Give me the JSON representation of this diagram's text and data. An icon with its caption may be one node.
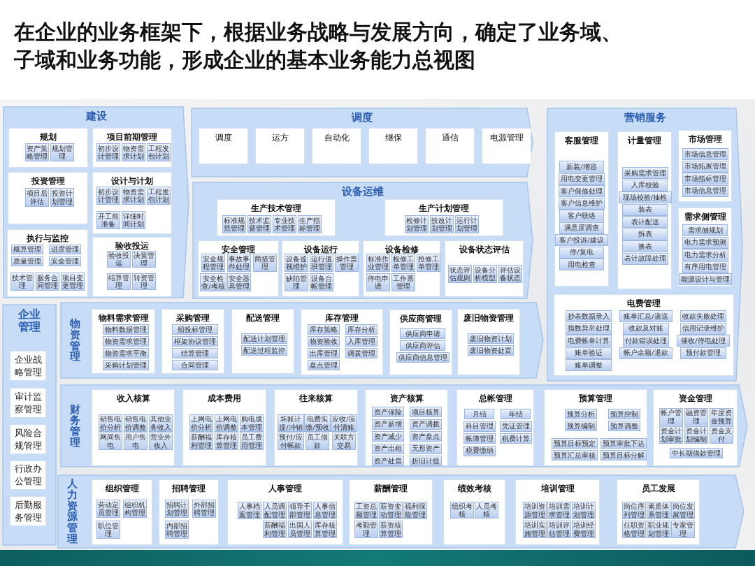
{
  "diagram": {
    "title": "在企业的业务框架下，根据业务战略与发展方向，确定了业务域、子域和业务功能，形成企业的基本业务能力总视图",
    "nodes": [
      {
        "text": [
          "建设"
        ]
      },
      {
        "text": [
          "规划"
        ],
        "in": 0
      },
      {
        "text": [
          "资产策略管理"
        ],
        "in": 1
      },
      {
        "text": [
          "规划管理"
        ],
        "in": 1
      },
      {
        "text": [
          "项目前期管理"
        ],
        "in": 0
      },
      {
        "text": [
          "初步设计管理"
        ],
        "in": 4
      },
      {
        "text": [
          "物资需求计划"
        ],
        "in": 4
      },
      {
        "text": [
          "工程发包计划"
        ],
        "in": 4
      },
      {
        "text": [
          "投资管理"
        ],
        "in": 0
      },
      {
        "text": [
          "项目后评估"
        ],
        "in": 8
      },
      {
        "text": [
          "投资计划管理"
        ],
        "in": 8
      },
      {
        "text": [
          "设计与计划"
        ],
        "in": 0
      },
      {
        "text": [
          "初步设计管理"
        ],
        "in": 11
      },
      {
        "text": [
          "物资需求计划"
        ],
        "in": 11
      },
      {
        "text": [
          "工程发包计划"
        ],
        "in": 11
      },
      {
        "text": [
          "开工前准备"
        ],
        "in": 11
      },
      {
        "text": [
          "详细时间计划"
        ],
        "in": 11
      },
      {
        "text": [
          "执行与监控"
        ],
        "in": 0
      },
      {
        "text": [
          "概算管理"
        ],
        "in": 17
      },
      {
        "text": [
          "进度管理"
        ],
        "in": 17
      },
      {
        "text": [
          "质量管理"
        ],
        "in": 17
      },
      {
        "text": [
          "安全管理"
        ],
        "in": 17
      },
      {
        "text": [
          "技术管理"
        ],
        "in": 17
      },
      {
        "text": [
          "服务合同管理"
        ],
        "in": 17
      },
      {
        "text": [
          "项目变更管理"
        ],
        "in": 17
      },
      {
        "text": [
          "验收投运"
        ],
        "in": 0
      },
      {
        "text": [
          "验收投运"
        ],
        "in": 25
      },
      {
        "text": [
          "决策管理"
        ],
        "in": 25
      },
      {
        "text": [
          "结算管理"
        ],
        "in": 25
      },
      {
        "text": [
          "转资管理"
        ],
        "in": 25
      },
      {
        "text": [
          "调度"
        ]
      },
      {
        "text": [
          "调度"
        ],
        "in": 30
      },
      {
        "text": [
          "运方"
        ],
        "in": 30
      },
      {
        "text": [
          "自动化"
        ],
        "in": 30
      },
      {
        "text": [
          "继保"
        ],
        "in": 30
      },
      {
        "text": [
          "通信"
        ],
        "in": 30
      },
      {
        "text": [
          "电源管理"
        ],
        "in": 30
      },
      {
        "text": [
          "设备运维"
        ]
      },
      {
        "text": [
          "生产技术管理"
        ],
        "in": 37
      },
      {
        "text": [
          "标准规范管理"
        ],
        "in": 38
      },
      {
        "text": [
          "技术监督管理"
        ],
        "in": 38
      },
      {
        "text": [
          "专业技术管理"
        ],
        "in": 38
      },
      {
        "text": [
          "生产指标管理"
        ],
        "in": 38
      },
      {
        "text": [
          "生产计划管理"
        ],
        "in": 37
      },
      {
        "text": [
          "检修计划管理"
        ],
        "in": 43
      },
      {
        "text": [
          "技改计划管理"
        ],
        "in": 43
      },
      {
        "text": [
          "运行计划管理"
        ],
        "in": 43
      },
      {
        "text": [
          "安全管理"
        ],
        "in": 37
      },
      {
        "text": [
          "安全规程管理"
        ],
        "in": 47
      },
      {
        "text": [
          "事故事件处理"
        ],
        "in": 47
      },
      {
        "text": [
          "两措管理"
        ],
        "in": 47
      },
      {
        "text": [
          "安全检查/考核"
        ],
        "in": 47
      },
      {
        "text": [
          "安全器具管理"
        ],
        "in": 47
      },
      {
        "text": [
          "设备运行"
        ],
        "in": 37
      },
      {
        "text": [
          "设备巡视维护"
        ],
        "in": 53
      },
      {
        "text": [
          "运行值班管理"
        ],
        "in": 53
      },
      {
        "text": [
          "操作票管理"
        ],
        "in": 53
      },
      {
        "text": [
          "缺陷管理"
        ],
        "in": 53
      },
      {
        "text": [
          "设备台帐管理"
        ],
        "in": 53
      },
      {
        "text": [
          "设备检修"
        ],
        "in": 37
      },
      {
        "text": [
          "标准作业管理"
        ],
        "in": 59
      },
      {
        "text": [
          "检修工单管理"
        ],
        "in": 59
      },
      {
        "text": [
          "抢修工单管理"
        ],
        "in": 59
      },
      {
        "text": [
          "停电申请"
        ],
        "in": 59
      },
      {
        "text": [
          "工作票管理"
        ],
        "in": 59
      },
      {
        "text": [
          "设备状态评估"
        ],
        "in": 37
      },
      {
        "text": [
          "状态评估规则"
        ],
        "in": 65
      },
      {
        "text": [
          "设备分析模型"
        ],
        "in": 65
      },
      {
        "text": [
          "评估设备状态"
        ],
        "in": 65
      },
      {
        "text": [
          "营销服务"
        ]
      },
      {
        "text": [
          "客服管理"
        ],
        "in": 69
      },
      {
        "text": [
          "新装/增容"
        ],
        "in": 70
      },
      {
        "text": [
          "用电变更管理"
        ],
        "in": 70
      },
      {
        "text": [
          "客户保修处理"
        ],
        "in": 70
      },
      {
        "text": [
          "客户信息维护"
        ],
        "in": 70
      },
      {
        "text": [
          "客户联络"
        ],
        "in": 70
      },
      {
        "text": [
          "满意度调查"
        ],
        "in": 70
      },
      {
        "text": [
          "客户投诉/建议"
        ],
        "in": 70
      },
      {
        "text": [
          "停/复电"
        ],
        "in": 70
      },
      {
        "text": [
          "用电检查"
        ],
        "in": 70
      },
      {
        "text": [
          "计量管理"
        ],
        "in": 69
      },
      {
        "text": [
          "采购需求管理"
        ],
        "in": 80
      },
      {
        "text": [
          "入库校验"
        ],
        "in": 80
      },
      {
        "text": [
          "现场校验/抽检"
        ],
        "in": 80
      },
      {
        "text": [
          "装表"
        ],
        "in": 80
      },
      {
        "text": [
          "表计配送"
        ],
        "in": 80
      },
      {
        "text": [
          "拆表"
        ],
        "in": 80
      },
      {
        "text": [
          "换表"
        ],
        "in": 80
      },
      {
        "text": [
          "表计故障处理"
        ],
        "in": 80
      },
      {
        "text": [
          "市场管理"
        ],
        "in": 69
      },
      {
        "text": [
          "市场信息管理"
        ],
        "in": 89
      },
      {
        "text": [
          "市场拓展管理"
        ],
        "in": 89
      },
      {
        "text": [
          "市场指标管理"
        ],
        "in": 89
      },
      {
        "text": [
          "市场信息管理"
        ],
        "in": 89
      },
      {
        "text": [
          "需求侧管理"
        ],
        "in": 69
      },
      {
        "text": [
          "需求侧规划"
        ],
        "in": 94
      },
      {
        "text": [
          "电力需求预测"
        ],
        "in": 94
      },
      {
        "text": [
          "电力需求分析"
        ],
        "in": 94
      },
      {
        "text": [
          "有序用电管理"
        ],
        "in": 94
      },
      {
        "text": [
          "能源设计与管理"
        ],
        "in": 94
      },
      {
        "text": [
          "电费管理"
        ],
        "in": 69
      },
      {
        "text": [
          "抄表数据录入"
        ],
        "in": 100
      },
      {
        "text": [
          "账单汇总/递送"
        ],
        "in": 100
      },
      {
        "text": [
          "收款失败处理"
        ],
        "in": 100
      },
      {
        "text": [
          "指数异常处理"
        ],
        "in": 100
      },
      {
        "text": [
          "收款及对账"
        ],
        "in": 100
      },
      {
        "text": [
          "信用记录维护"
        ],
        "in": 100
      },
      {
        "text": [
          "电费帐单计算"
        ],
        "in": 100
      },
      {
        "text": [
          "付款错误处理"
        ],
        "in": 100
      },
      {
        "text": [
          "催收/停电处理"
        ],
        "in": 100
      },
      {
        "text": [
          "账单验证"
        ],
        "in": 100
      },
      {
        "text": [
          "帐户余额/退款"
        ],
        "in": 100
      },
      {
        "text": [
          "预付款管理"
        ],
        "in": 100
      },
      {
        "text": [
          "账单调整"
        ],
        "in": 100
      },
      {
        "text": [
          "企业管理"
        ]
      },
      {
        "text": [
          "企业战略管理"
        ],
        "in": 114
      },
      {
        "text": [
          "审计监察管理"
        ],
        "in": 114
      },
      {
        "text": [
          "风险合规管理"
        ],
        "in": 114
      },
      {
        "text": [
          "行政办公管理"
        ],
        "in": 114
      },
      {
        "text": [
          "后勤服务管理"
        ],
        "in": 114
      },
      {
        "text": [
          "物资管理"
        ]
      },
      {
        "text": [
          "物料需求管理"
        ],
        "in": 120
      },
      {
        "text": [
          "物料数据管理"
        ],
        "in": 121
      },
      {
        "text": [
          "物资需求管理"
        ],
        "in": 121
      },
      {
        "text": [
          "物资需求平衡"
        ],
        "in": 121
      },
      {
        "text": [
          "采购计划管理"
        ],
        "in": 121
      },
      {
        "text": [
          "采购管理"
        ],
        "in": 120
      },
      {
        "text": [
          "招投标管理"
        ],
        "in": 126
      },
      {
        "text": [
          "框架协议管理"
        ],
        "in": 126
      },
      {
        "text": [
          "结算管理"
        ],
        "in": 126
      },
      {
        "text": [
          "合同管理"
        ],
        "in": 126
      },
      {
        "text": [
          "配送管理"
        ],
        "in": 120
      },
      {
        "text": [
          "配送计划管理"
        ],
        "in": 131
      },
      {
        "text": [
          "配送过程监控"
        ],
        "in": 131
      },
      {
        "text": [
          "库存管理"
        ],
        "in": 120
      },
      {
        "text": [
          "库存策略"
        ],
        "in": 134
      },
      {
        "text": [
          "库存分析"
        ],
        "in": 134
      },
      {
        "text": [
          "物资验收"
        ],
        "in": 134
      },
      {
        "text": [
          "入库管理"
        ],
        "in": 134
      },
      {
        "text": [
          "出库管理"
        ],
        "in": 134
      },
      {
        "text": [
          "调拨管理"
        ],
        "in": 134
      },
      {
        "text": [
          "盘点管理"
        ],
        "in": 134
      },
      {
        "text": [
          "供应商管理"
        ],
        "in": 120
      },
      {
        "text": [
          "供应商申请"
        ],
        "in": 142
      },
      {
        "text": [
          "供应商评估"
        ],
        "in": 142
      },
      {
        "text": [
          "供应商信息管理"
        ],
        "in": 142
      },
      {
        "text": [
          "废旧物资管理"
        ],
        "in": 120
      },
      {
        "text": [
          "废旧物资计划"
        ],
        "in": 146
      },
      {
        "text": [
          "废旧物资处置"
        ],
        "in": 146
      },
      {
        "text": [
          "财务管理"
        ]
      },
      {
        "text": [
          "收入核算"
        ],
        "in": 149
      },
      {
        "text": [
          "销售电价分析"
        ],
        "in": 150
      },
      {
        "text": [
          "销售电价调整"
        ],
        "in": 150
      },
      {
        "text": [
          "其他业务收入"
        ],
        "in": 150
      },
      {
        "text": [
          "网间售电"
        ],
        "in": 150
      },
      {
        "text": [
          "用户售电"
        ],
        "in": 150
      },
      {
        "text": [
          "营业外收入"
        ],
        "in": 150
      },
      {
        "text": [
          "成本费用"
        ],
        "in": 149
      },
      {
        "text": [
          "上网电价分析"
        ],
        "in": 157
      },
      {
        "text": [
          "上网电价调整"
        ],
        "in": 157
      },
      {
        "text": [
          "购电成本管理"
        ],
        "in": 157
      },
      {
        "text": [
          "薪酬福利管理"
        ],
        "in": 157
      },
      {
        "text": [
          "库存核算管理"
        ],
        "in": 157
      },
      {
        "text": [
          "员工费用管理"
        ],
        "in": 157
      },
      {
        "text": [
          "往来核算"
        ],
        "in": 149
      },
      {
        "text": [
          "坏账计提/冲销"
        ],
        "in": 164
      },
      {
        "text": [
          "电费实缴/预收"
        ],
        "in": 164
      },
      {
        "text": [
          "应收/应付清账"
        ],
        "in": 164
      },
      {
        "text": [
          "预付/应付帐款"
        ],
        "in": 164
      },
      {
        "text": [
          "员工借款"
        ],
        "in": 164
      },
      {
        "text": [
          "关联方交易"
        ],
        "in": 164
      },
      {
        "text": [
          "资产核算"
        ],
        "in": 149
      },
      {
        "text": [
          "资产保险"
        ],
        "in": 171
      },
      {
        "text": [
          "项目核算"
        ],
        "in": 171
      },
      {
        "text": [
          "资产新增"
        ],
        "in": 171
      },
      {
        "text": [
          "资产调拨"
        ],
        "in": 171
      },
      {
        "text": [
          "资产减少"
        ],
        "in": 171
      },
      {
        "text": [
          "资产盘点"
        ],
        "in": 171
      },
      {
        "text": [
          "资产出租"
        ],
        "in": 171
      },
      {
        "text": [
          "无形资产"
        ],
        "in": 171
      },
      {
        "text": [
          "资产处置"
        ],
        "in": 171
      },
      {
        "text": [
          "折旧计提"
        ],
        "in": 171
      },
      {
        "text": [
          "总帐管理"
        ],
        "in": 149
      },
      {
        "text": [
          "月结"
        ],
        "in": 182
      },
      {
        "text": [
          "年结"
        ],
        "in": 182
      },
      {
        "text": [
          "科目管理"
        ],
        "in": 182
      },
      {
        "text": [
          "凭证管理"
        ],
        "in": 182
      },
      {
        "text": [
          "帐簿管理"
        ],
        "in": 182
      },
      {
        "text": [
          "税费计算"
        ],
        "in": 182
      },
      {
        "text": [
          "税费缴纳"
        ],
        "in": 182
      },
      {
        "text": [
          "预算管理"
        ],
        "in": 149
      },
      {
        "text": [
          "预算分析"
        ],
        "in": 190
      },
      {
        "text": [
          "预算控制"
        ],
        "in": 190
      },
      {
        "text": [
          "预算编制"
        ],
        "in": 190
      },
      {
        "text": [
          "预算调整"
        ],
        "in": 190
      },
      {
        "text": [
          "预算目标预定"
        ],
        "in": 190
      },
      {
        "text": [
          "预算审批下达"
        ],
        "in": 190
      },
      {
        "text": [
          "预算汇总审核"
        ],
        "in": 190
      },
      {
        "text": [
          "预算目标分解"
        ],
        "in": 190
      },
      {
        "text": [
          "资金管理"
        ],
        "in": 149
      },
      {
        "text": [
          "帐户管理"
        ],
        "in": 199
      },
      {
        "text": [
          "融资管理"
        ],
        "in": 199
      },
      {
        "text": [
          "年度资金预算"
        ],
        "in": 199
      },
      {
        "text": [
          "资金计划审批"
        ],
        "in": 199
      },
      {
        "text": [
          "资金计划编制"
        ],
        "in": 199
      },
      {
        "text": [
          "资金支付"
        ],
        "in": 199
      },
      {
        "text": [
          "中长期借款管理"
        ],
        "in": 199
      },
      {
        "text": [
          "人力资源管理"
        ]
      },
      {
        "text": [
          "组织管理"
        ],
        "in": 207
      },
      {
        "text": [
          "劳动定员管理"
        ],
        "in": 208
      },
      {
        "text": [
          "组织机构管理"
        ],
        "in": 208
      },
      {
        "text": [
          "职位管理"
        ],
        "in": 208
      },
      {
        "text": [
          "招聘管理"
        ],
        "in": 207
      },
      {
        "text": [
          "招聘计划管理"
        ],
        "in": 212
      },
      {
        "text": [
          "外部招聘管理"
        ],
        "in": 212
      },
      {
        "text": [
          "内部招聘管理"
        ],
        "in": 212
      },
      {
        "text": [
          "人事管理"
        ],
        "in": 207
      },
      {
        "text": [
          "人事档案管理"
        ],
        "in": 216
      },
      {
        "text": [
          "人员调配管理"
        ],
        "in": 216
      },
      {
        "text": [
          "领导干部管理"
        ],
        "in": 216
      },
      {
        "text": [
          "人事信息管理"
        ],
        "in": 216
      },
      {
        "text": [
          "薪酬福利管理"
        ],
        "in": 216
      },
      {
        "text": [
          "出国人员管理"
        ],
        "in": 216
      },
      {
        "text": [
          "库存核算管理"
        ],
        "in": 216
      },
      {
        "text": [
          "薪酬管理"
        ],
        "in": 207
      },
      {
        "text": [
          "工资总额管理"
        ],
        "in": 224
      },
      {
        "text": [
          "薪资变动管理"
        ],
        "in": 224
      },
      {
        "text": [
          "福利保险管理"
        ],
        "in": 224
      },
      {
        "text": [
          "考勤管理"
        ],
        "in": 224
      },
      {
        "text": [
          "薪资核算管理"
        ],
        "in": 224
      },
      {
        "text": [
          "绩效考核"
        ],
        "in": 207
      },
      {
        "text": [
          "组织考核"
        ],
        "in": 230
      },
      {
        "text": [
          "人员考核"
        ],
        "in": 230
      },
      {
        "text": [
          "培训管理"
        ],
        "in": 207
      },
      {
        "text": [
          "培训资源管理"
        ],
        "in": 233
      },
      {
        "text": [
          "培训需求管理"
        ],
        "in": 233
      },
      {
        "text": [
          "培训计划管理"
        ],
        "in": 233
      },
      {
        "text": [
          "培训实施管理"
        ],
        "in": 233
      },
      {
        "text": [
          "培训评估管理"
        ],
        "in": 233
      },
      {
        "text": [
          "培训经费管理"
        ],
        "in": 233
      },
      {
        "text": [
          "员工发展"
        ],
        "in": 207
      },
      {
        "text": [
          "岗位序列管理"
        ],
        "in": 240
      },
      {
        "text": [
          "素质体系管理"
        ],
        "in": 240
      },
      {
        "text": [
          "岗位发展管理"
        ],
        "in": 240
      },
      {
        "text": [
          "任职资格管理"
        ],
        "in": 240
      },
      {
        "text": [
          "职业规划管理"
        ],
        "in": 240
      },
      {
        "text": [
          "专家管理"
        ],
        "in": 240
      }
    ]
  }
}
